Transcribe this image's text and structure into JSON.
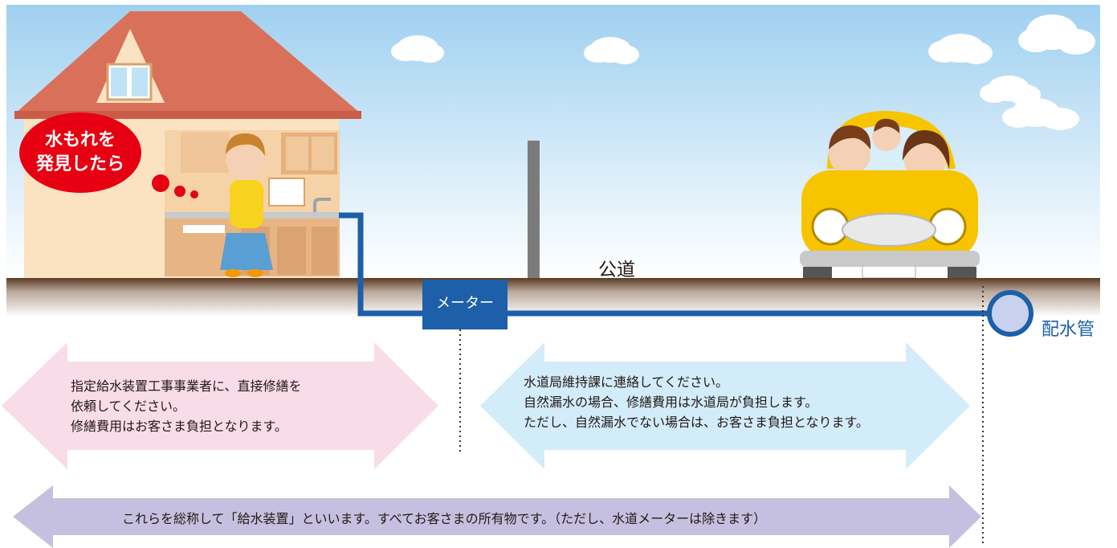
{
  "bubble": {
    "line1": "水もれを",
    "line2": "発見したら"
  },
  "labels": {
    "road": "公道",
    "meter": "メーター",
    "main_pipe": "配水管"
  },
  "arrows": {
    "left": {
      "lines": [
        "指定給水装置工事事業者に、直接修繕を",
        "依頼してください。",
        "修繕費用はお客さま負担となります。"
      ]
    },
    "right": {
      "lines": [
        "水道局維持課に連絡してください。",
        "自然漏水の場合、修繕費用は水道局が負担します。",
        "ただし、自然漏水でない場合は、お客さま負担となります。"
      ]
    },
    "bottom": {
      "text": "これらを総称して「給水装置」といいます。すべてお客さまの所有物です。（ただし、水道メーターは除きます）"
    }
  },
  "colors": {
    "sky_top": "#9fd0f0",
    "sky_bottom": "#ffffff",
    "ground": "#5a3a22",
    "pipe": "#1d5fa8",
    "meter_box": "#1d5fa8",
    "main_pipe_fill": "#c8d2ee",
    "bubble": "#e60012",
    "roof": "#d9715a",
    "house_wall": "#fbe3c2",
    "car": "#f7c400",
    "arrow_pink": "#f8dce8",
    "arrow_blue": "#d2ecfa",
    "arrow_purple": "#c6c0e0"
  }
}
